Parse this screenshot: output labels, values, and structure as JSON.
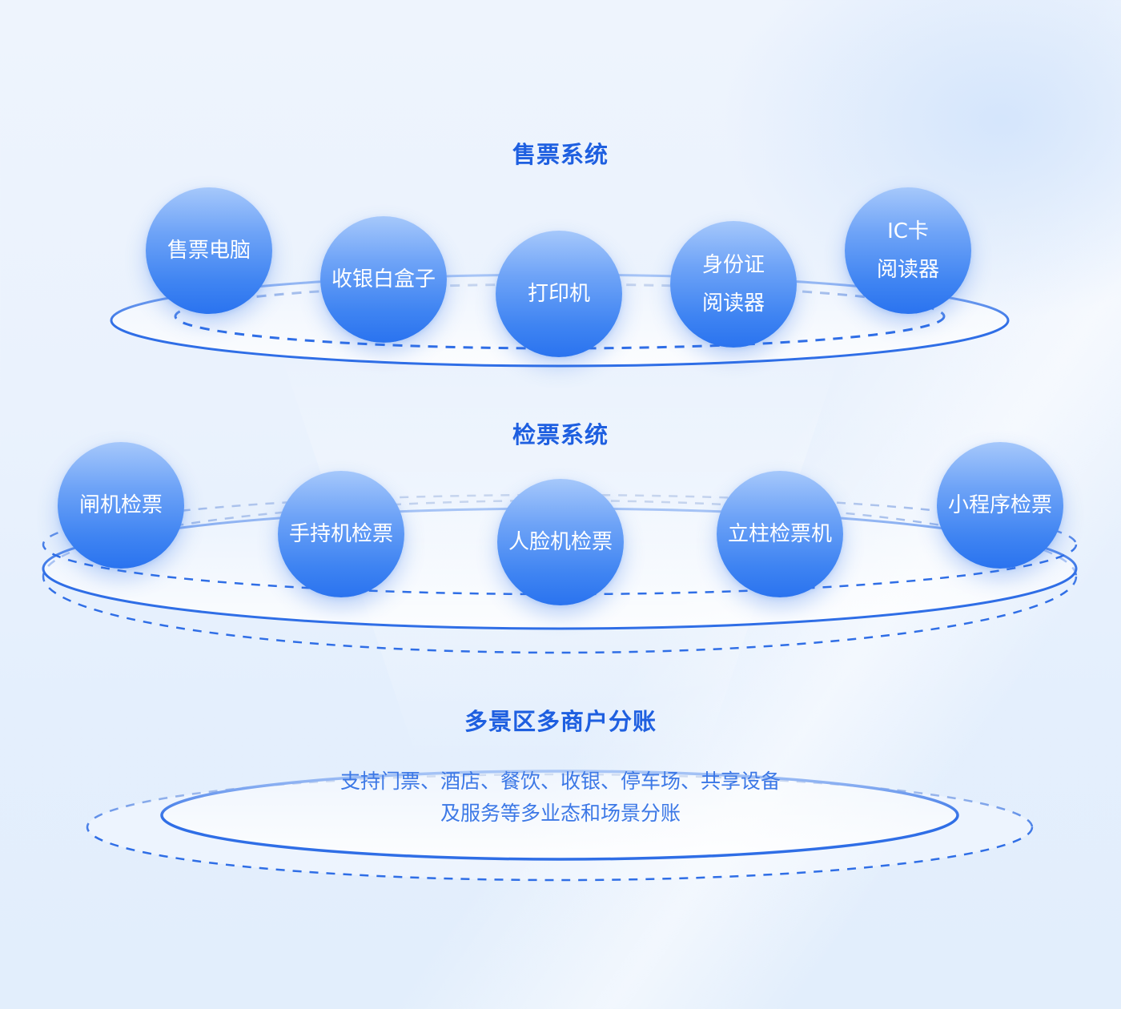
{
  "colors": {
    "title": "#1e5fe0",
    "bubble_top": "#a6c8fb",
    "bubble_bottom": "#2a73ef",
    "ring": "#2f6ee6",
    "description": "#3c78e6",
    "background": "#eaf2fd"
  },
  "sections": [
    {
      "title": "售票系统",
      "items": [
        {
          "lines": [
            "售票电脑"
          ]
        },
        {
          "lines": [
            "收银白盒子"
          ]
        },
        {
          "lines": [
            "打印机"
          ]
        },
        {
          "lines": [
            "身份证",
            "阅读器"
          ]
        },
        {
          "lines": [
            "IC卡",
            "阅读器"
          ]
        }
      ]
    },
    {
      "title": "检票系统",
      "items": [
        {
          "lines": [
            "闸机检票"
          ]
        },
        {
          "lines": [
            "手持机检票"
          ]
        },
        {
          "lines": [
            "人脸机检票"
          ]
        },
        {
          "lines": [
            "立柱检票机"
          ]
        },
        {
          "lines": [
            "小程序检票"
          ]
        }
      ]
    },
    {
      "title": "多景区多商户分账",
      "description": [
        "支持门票、酒店、餐饮、收银、停车场、共享设备",
        "及服务等多业态和场景分账"
      ]
    }
  ]
}
